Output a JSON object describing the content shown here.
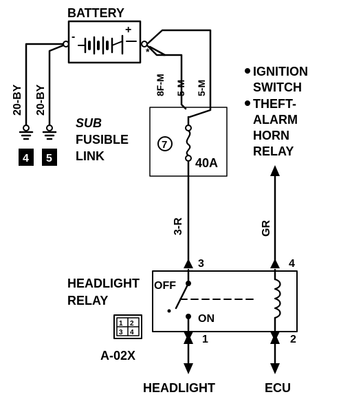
{
  "battery": {
    "label": "BATTERY",
    "minus": "-",
    "plus": "+",
    "star": "*"
  },
  "ground_wires": [
    {
      "label": "20-BY",
      "connector": "4"
    },
    {
      "label": "20-BY",
      "connector": "5"
    }
  ],
  "sub_fusible_link": {
    "line1": "SUB",
    "line2": "FUSIBLE",
    "line3": "LINK",
    "number": "7",
    "rating": "40A"
  },
  "battery_wires": [
    "8F-M",
    "5-M",
    "5-M"
  ],
  "ignition_note": {
    "line1": "IGNITION",
    "line2": "SWITCH",
    "line3": "THEFT-",
    "line4": "ALARM",
    "line5": "HORN",
    "line6": "RELAY"
  },
  "wires": {
    "left": "3-R",
    "right": "GR"
  },
  "relay": {
    "line1": "HEADLIGHT",
    "line2": "RELAY",
    "off_label": "OFF",
    "on_label": "ON",
    "pins": [
      "3",
      "4",
      "1",
      "2"
    ],
    "connector_code": "A-02X",
    "connector_pins": [
      "1",
      "2",
      "3",
      "4"
    ]
  },
  "outputs": {
    "headlight": "HEADLIGHT",
    "ecu": "ECU"
  },
  "colors": {
    "ink": "#000000",
    "paper": "#ffffff"
  }
}
